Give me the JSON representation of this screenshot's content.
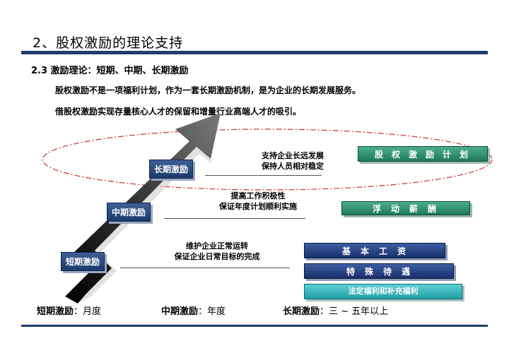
{
  "header": {
    "title": "2、股权激励的理论支持",
    "subtitle": "2.3 激励理论：短期、中期、长期激励",
    "line1": "股权激励不是一项福利计划，作为一套长期激励机制，是为企业的长期发展服务。",
    "line2": "借股权激励实现存量核心人才的保留和增量行业高端人才的吸引。"
  },
  "stages": {
    "long": {
      "label": "长期激励",
      "desc1": "支持企业长远发展",
      "desc2": "保持人员相对稳定",
      "box": "股权激励计划"
    },
    "mid": {
      "label": "中期激励",
      "desc1": "提高工作积极性",
      "desc2": "保证年度计划顺利实施",
      "box": "浮动薪酬"
    },
    "short": {
      "label": "短期激励",
      "desc1": "维护企业正常运转",
      "desc2": "保证企业日常目标的完成",
      "boxes": [
        "基本工资",
        "特殊待遇",
        "法定福利和补充福利"
      ]
    }
  },
  "bottom": {
    "short_name": "短期激励",
    "short_period": "：月度",
    "mid_name": "中期激励",
    "mid_period": "：年度",
    "long_name": "长期激励",
    "long_period": "：三 ~ 五年以上"
  },
  "colors": {
    "accent": "#1f3c6e",
    "ellipse": "#d03030",
    "navy_box": "#1a2f6b",
    "green_box": "#1d7a5a",
    "teal_box": "#1e9ea6"
  }
}
